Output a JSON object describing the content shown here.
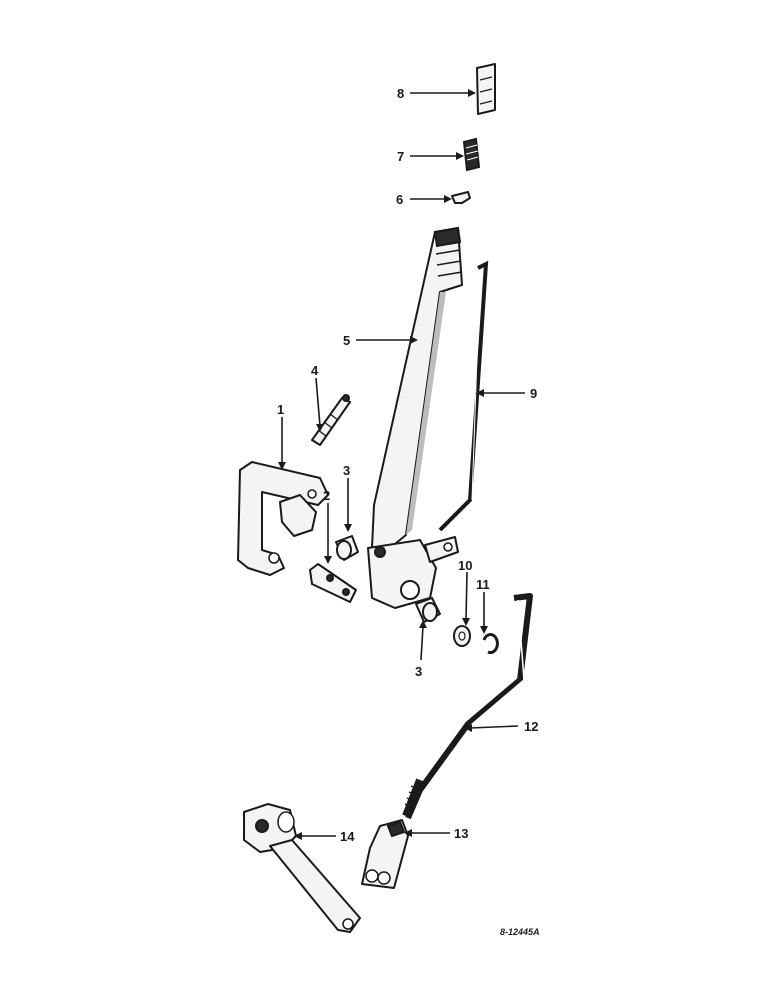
{
  "callouts": [
    {
      "id": "label-8",
      "text": "8"
    },
    {
      "id": "label-7",
      "text": "7"
    },
    {
      "id": "label-6",
      "text": "6"
    },
    {
      "id": "label-5",
      "text": "5"
    },
    {
      "id": "label-9",
      "text": "9"
    },
    {
      "id": "label-4",
      "text": "4"
    },
    {
      "id": "label-1",
      "text": "1"
    },
    {
      "id": "label-3a",
      "text": "3"
    },
    {
      "id": "label-2",
      "text": "2"
    },
    {
      "id": "label-10",
      "text": "10"
    },
    {
      "id": "label-11",
      "text": "11"
    },
    {
      "id": "label-3b",
      "text": "3"
    },
    {
      "id": "label-12",
      "text": "12"
    },
    {
      "id": "label-14",
      "text": "14"
    },
    {
      "id": "label-13",
      "text": "13"
    }
  ],
  "drawing_code": "8-12445A"
}
